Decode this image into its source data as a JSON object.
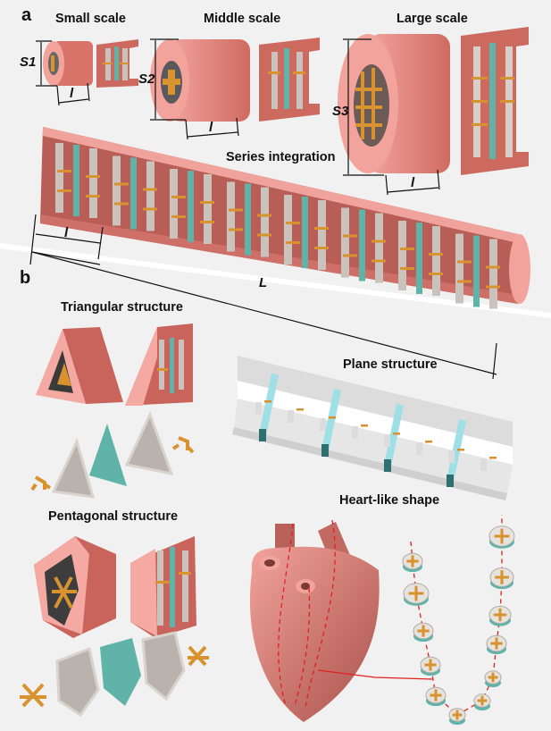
{
  "figure": {
    "panels": [
      {
        "label": "a",
        "titles": {
          "small": "Small scale",
          "middle": "Middle scale",
          "large": "Large scale",
          "series": "Series integration"
        },
        "dimensions": {
          "s1": "S1",
          "s2": "S2",
          "s3": "S3",
          "l_small": "l",
          "l_middle": "l",
          "l_large": "l",
          "l_series": "l",
          "L_total": "L"
        }
      },
      {
        "label": "b",
        "titles": {
          "triangular": "Triangular structure",
          "plane": "Plane structure",
          "pentagonal": "Pentagonal structure",
          "heart": "Heart-like shape"
        }
      }
    ],
    "colors": {
      "background": "#f1f1f1",
      "shell": "#e07f76",
      "shell_light": "#f4a9a3",
      "shell_dark": "#b5574f",
      "electrode": "#c9c2bd",
      "membrane": "#5fb3a8",
      "conductor": "#d8922e",
      "plane_channel": "#9fe0e6",
      "guide_line": "#e02020"
    }
  }
}
